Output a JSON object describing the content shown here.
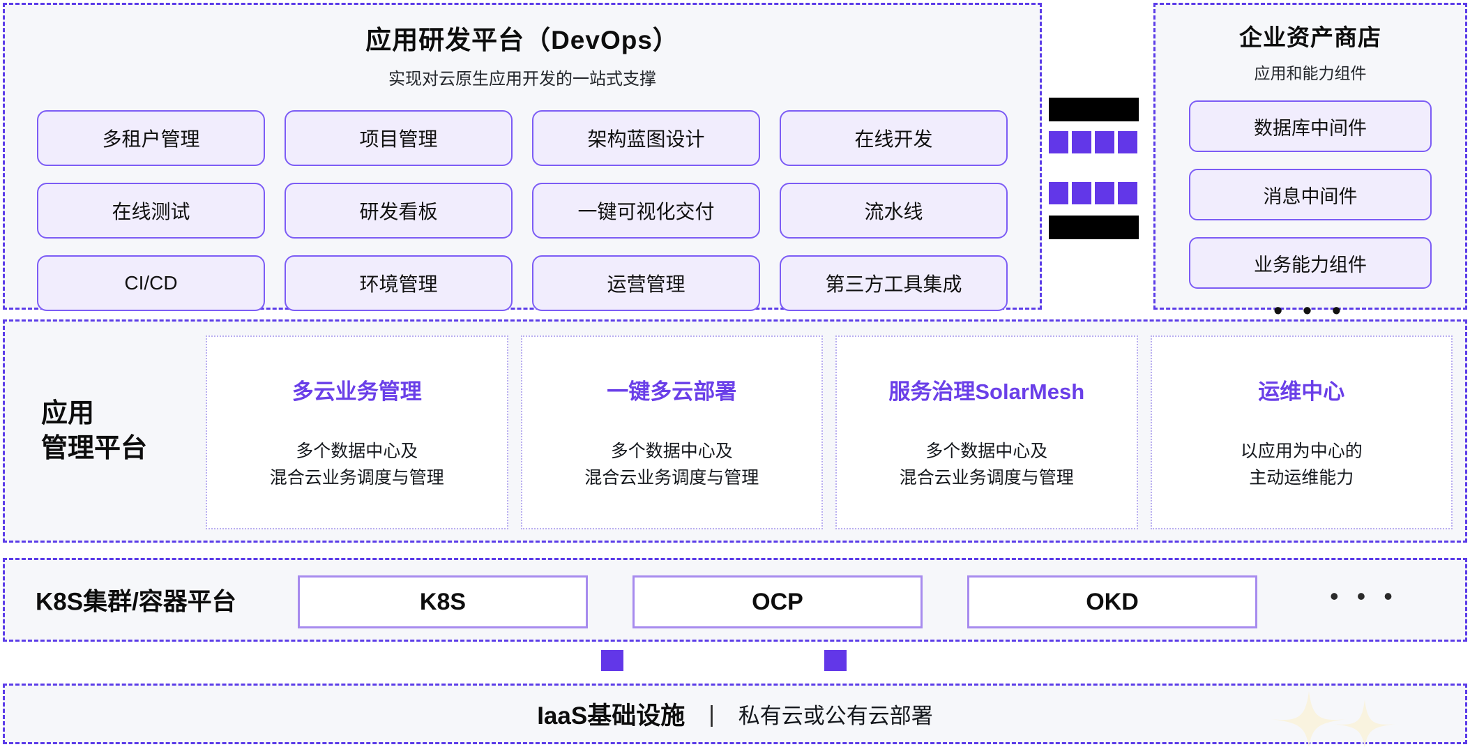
{
  "devops": {
    "title": "应用研发平台（DevOps）",
    "subtitle": "实现对云原生应用开发的一站式支撑",
    "tiles": [
      "多租户管理",
      "项目管理",
      "架构蓝图设计",
      "在线开发",
      "在线测试",
      "研发看板",
      "一键可视化交付",
      "流水线",
      "CI/CD",
      "环境管理",
      "运营管理",
      "第三方工具集成"
    ]
  },
  "redacted_column": {
    "bars": 2,
    "square_rows": 2,
    "squares_per_row": 4,
    "bar_color": "#000000",
    "square_color": "#6237e8"
  },
  "asset_store": {
    "title": "企业资产商店",
    "subtitle": "应用和能力组件",
    "items": [
      "数据库中间件",
      "消息中间件",
      "业务能力组件"
    ],
    "more": "• • •"
  },
  "manage": {
    "label": "应用\n管理平台",
    "cards": [
      {
        "title": "多云业务管理",
        "desc": "多个数据中心及\n混合云业务调度与管理"
      },
      {
        "title": "一键多云部署",
        "desc": "多个数据中心及\n混合云业务调度与管理"
      },
      {
        "title": "服务治理SolarMesh",
        "desc": "多个数据中心及\n混合云业务调度与管理"
      },
      {
        "title": "运维中心",
        "desc": "以应用为中心的\n主动运维能力"
      }
    ]
  },
  "k8s": {
    "label": "K8S集群/容器平台",
    "boxes": [
      "K8S",
      "OCP",
      "OKD"
    ],
    "more": "• • •"
  },
  "iaas": {
    "title": "IaaS基础设施",
    "separator": "|",
    "desc": "私有云或公有云部署"
  },
  "colors": {
    "accent": "#6237e8",
    "accent_text": "#6a3fe8",
    "tile_fill": "#f1edfd",
    "tile_border": "#7c5cf5",
    "panel_fill": "#f6f7fa",
    "panel_border": "#5b3ce8",
    "box_border": "#a78bee",
    "sparkle": "#faf3de"
  }
}
